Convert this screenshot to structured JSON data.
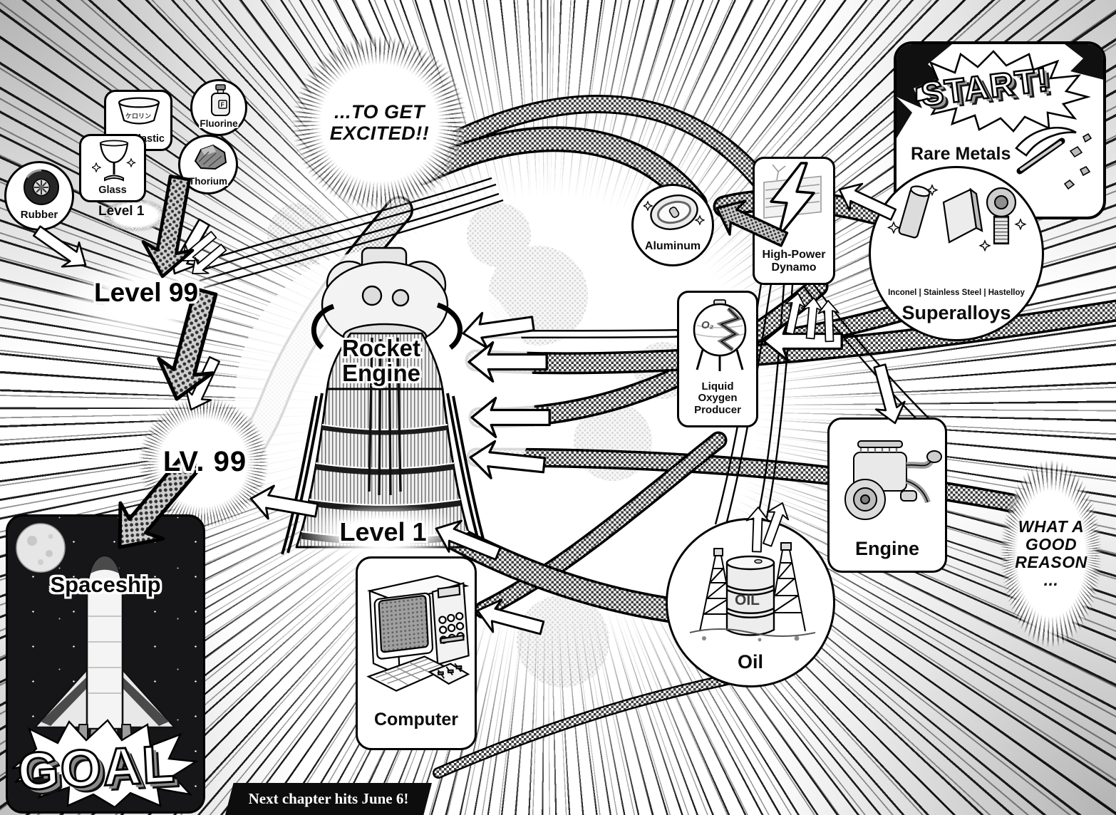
{
  "page": {
    "banner": "Next chapter hits June 6!"
  },
  "speech": {
    "excited": "...TO GET EXCITED!!",
    "reason": "WHAT A GOOD REASON ..."
  },
  "start": {
    "title": "START!",
    "label": "Rare Metals"
  },
  "materials": {
    "rubber": "Rubber",
    "glass": "Glass",
    "plastic": "Plastic",
    "plastic_bowl_text": "ケロリン",
    "fluorine": "Fluorine",
    "fluorine_letter": "F",
    "thorium": "Thorium",
    "level_badge": "Level 1"
  },
  "nodes": {
    "superalloys": {
      "label": "Superalloys",
      "alloys": "Inconel | Stainless Steel | Hastelloy"
    },
    "aluminum": {
      "label": "Aluminum"
    },
    "dynamo": {
      "label": "High-Power Dynamo"
    },
    "lox": {
      "label": "Liquid Oxygen Producer",
      "tank_text": "O₂"
    },
    "engine": {
      "label": "Engine"
    },
    "oil": {
      "label": "Oil",
      "barrel_text": "OIL"
    },
    "computer": {
      "label": "Computer"
    },
    "rocket": {
      "label": "Rocket Engine",
      "level": "Level 1"
    }
  },
  "progress": {
    "level99": "Level 99",
    "lv99": "LV. 99"
  },
  "goal": {
    "label": "Spaceship",
    "goal": "GOAL"
  }
}
